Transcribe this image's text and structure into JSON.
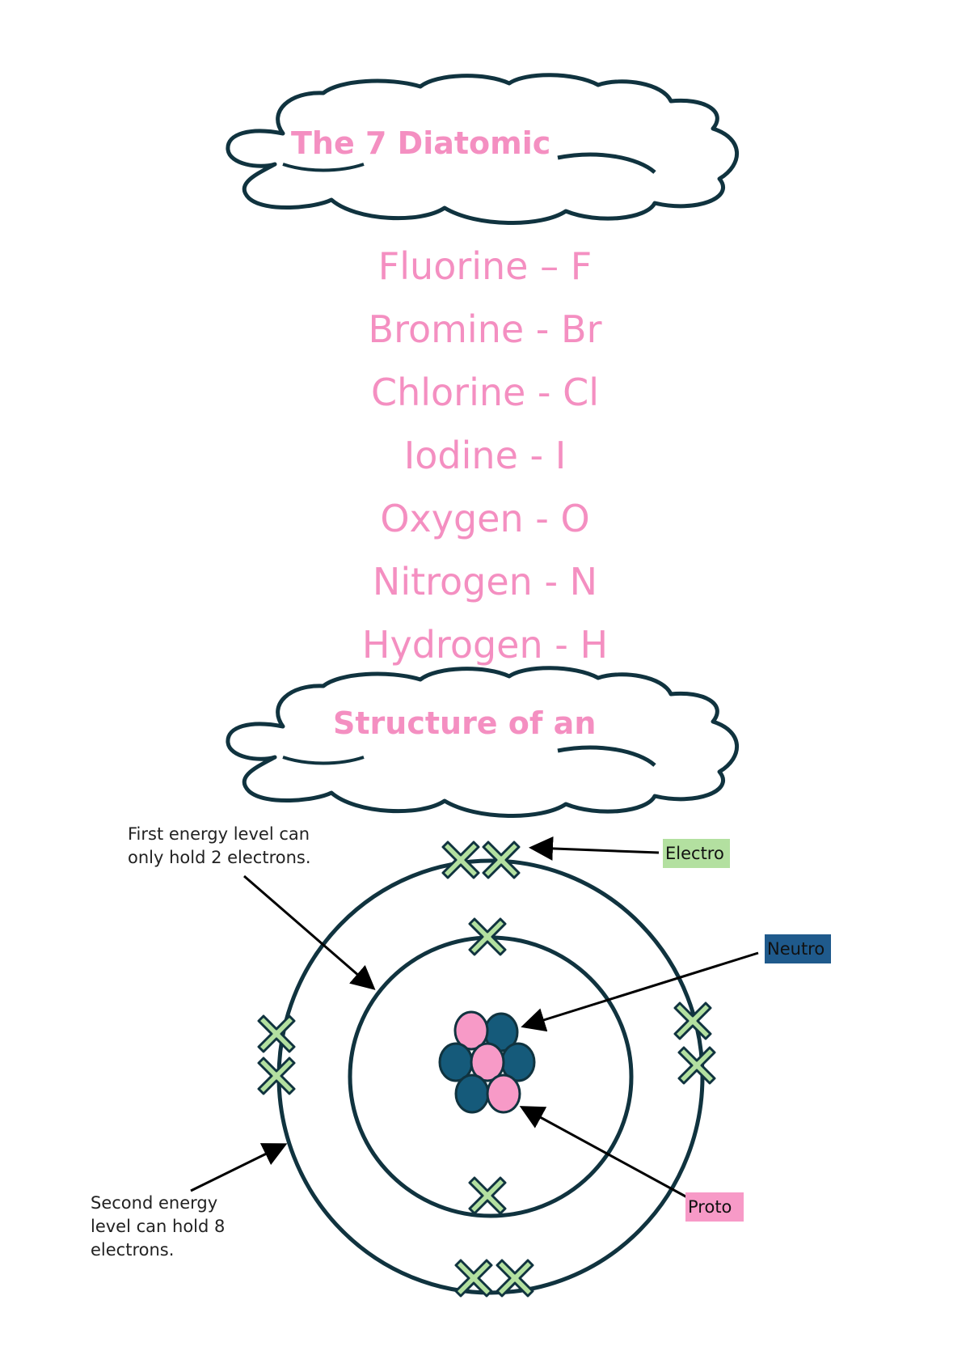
{
  "header": {
    "title": "The 7 Diatomic"
  },
  "elements": [
    "Fluorine – F",
    "Bromine - Br",
    "Chlorine - Cl",
    "Iodine - I",
    "Oxygen - O",
    "Nitrogen - N",
    "Hydrogen - H"
  ],
  "section2": {
    "title": "Structure of an"
  },
  "diagram": {
    "notes": {
      "first_level": "First energy level can only hold 2 electrons.",
      "second_level": "Second energy level can hold 8 electrons."
    },
    "labels": {
      "electron": "Electro",
      "neutron": "Neutro",
      "proton": "Proto"
    },
    "colors": {
      "title_pink": "#f48fc1",
      "outline": "#10333f",
      "electron_green": "#b3e0a0",
      "neutron_blue": "#1f5a8c",
      "neutron_ball": "#155a7a",
      "proton_pink": "#f79ac7"
    },
    "electron_counts": {
      "first_level": 2,
      "second_level": 8
    }
  }
}
